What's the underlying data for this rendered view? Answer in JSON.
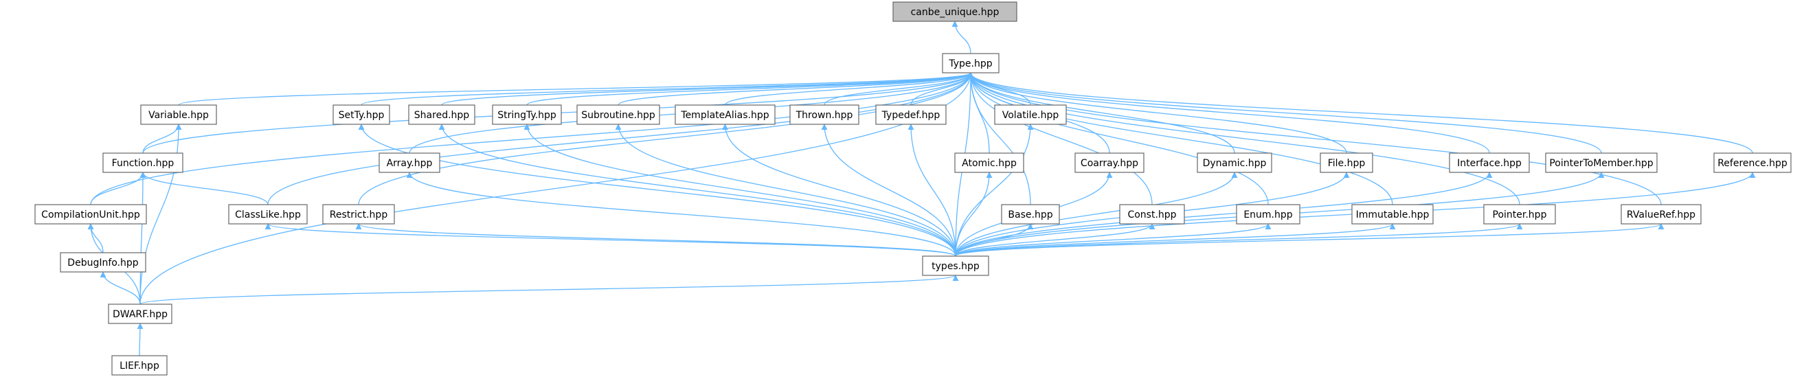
{
  "colors": {
    "edge": "#63b8ff",
    "node_border": "#666666",
    "root_fill": "#bfbfbf",
    "node_fill": "#ffffff"
  },
  "nodes": {
    "canbe_unique": "canbe_unique.hpp",
    "Type": "Type.hpp",
    "Variable": "Variable.hpp",
    "SetTy": "SetTy.hpp",
    "Shared": "Shared.hpp",
    "StringTy": "StringTy.hpp",
    "Subroutine": "Subroutine.hpp",
    "TemplateAlias": "TemplateAlias.hpp",
    "Thrown": "Thrown.hpp",
    "Typedef": "Typedef.hpp",
    "Volatile": "Volatile.hpp",
    "Function": "Function.hpp",
    "Array": "Array.hpp",
    "Atomic": "Atomic.hpp",
    "Coarray": "Coarray.hpp",
    "Dynamic": "Dynamic.hpp",
    "File": "File.hpp",
    "Interface": "Interface.hpp",
    "PointerToMember": "PointerToMember.hpp",
    "Reference": "Reference.hpp",
    "CompilationUnit": "CompilationUnit.hpp",
    "ClassLike": "ClassLike.hpp",
    "Restrict": "Restrict.hpp",
    "Base": "Base.hpp",
    "Const": "Const.hpp",
    "Enum": "Enum.hpp",
    "Immutable": "Immutable.hpp",
    "Pointer": "Pointer.hpp",
    "RValueRef": "RValueRef.hpp",
    "DebugInfo": "DebugInfo.hpp",
    "types": "types.hpp",
    "DWARF": "DWARF.hpp",
    "LIEF": "LIEF.hpp"
  },
  "edges": [
    [
      "Type",
      "canbe_unique"
    ],
    [
      "Variable",
      "Type"
    ],
    [
      "SetTy",
      "Type"
    ],
    [
      "Shared",
      "Type"
    ],
    [
      "StringTy",
      "Type"
    ],
    [
      "Subroutine",
      "Type"
    ],
    [
      "TemplateAlias",
      "Type"
    ],
    [
      "Thrown",
      "Type"
    ],
    [
      "Typedef",
      "Type"
    ],
    [
      "Volatile",
      "Type"
    ],
    [
      "Function",
      "Type"
    ],
    [
      "Array",
      "Type"
    ],
    [
      "Atomic",
      "Type"
    ],
    [
      "Coarray",
      "Type"
    ],
    [
      "Dynamic",
      "Type"
    ],
    [
      "File",
      "Type"
    ],
    [
      "Interface",
      "Type"
    ],
    [
      "PointerToMember",
      "Type"
    ],
    [
      "Reference",
      "Type"
    ],
    [
      "CompilationUnit",
      "Type"
    ],
    [
      "ClassLike",
      "Type"
    ],
    [
      "Restrict",
      "Type"
    ],
    [
      "Base",
      "Type"
    ],
    [
      "Const",
      "Type"
    ],
    [
      "Enum",
      "Type"
    ],
    [
      "Immutable",
      "Type"
    ],
    [
      "Pointer",
      "Type"
    ],
    [
      "RValueRef",
      "Type"
    ],
    [
      "types",
      "Type"
    ],
    [
      "DWARF",
      "Type"
    ],
    [
      "Function",
      "Variable"
    ],
    [
      "DWARF",
      "Variable"
    ],
    [
      "CompilationUnit",
      "Function"
    ],
    [
      "ClassLike",
      "Function"
    ],
    [
      "DWARF",
      "Function"
    ],
    [
      "DebugInfo",
      "CompilationUnit"
    ],
    [
      "DWARF",
      "CompilationUnit"
    ],
    [
      "DWARF",
      "DebugInfo"
    ],
    [
      "LIEF",
      "DWARF"
    ],
    [
      "DWARF",
      "types"
    ],
    [
      "types",
      "SetTy"
    ],
    [
      "types",
      "Shared"
    ],
    [
      "types",
      "StringTy"
    ],
    [
      "types",
      "Subroutine"
    ],
    [
      "types",
      "TemplateAlias"
    ],
    [
      "types",
      "Thrown"
    ],
    [
      "types",
      "Typedef"
    ],
    [
      "types",
      "Volatile"
    ],
    [
      "types",
      "Array"
    ],
    [
      "types",
      "Atomic"
    ],
    [
      "types",
      "Coarray"
    ],
    [
      "types",
      "Dynamic"
    ],
    [
      "types",
      "File"
    ],
    [
      "types",
      "Interface"
    ],
    [
      "types",
      "PointerToMember"
    ],
    [
      "types",
      "Reference"
    ],
    [
      "types",
      "ClassLike"
    ],
    [
      "types",
      "Restrict"
    ],
    [
      "types",
      "Base"
    ],
    [
      "types",
      "Const"
    ],
    [
      "types",
      "Enum"
    ],
    [
      "types",
      "Immutable"
    ],
    [
      "types",
      "Pointer"
    ],
    [
      "types",
      "RValueRef"
    ]
  ]
}
